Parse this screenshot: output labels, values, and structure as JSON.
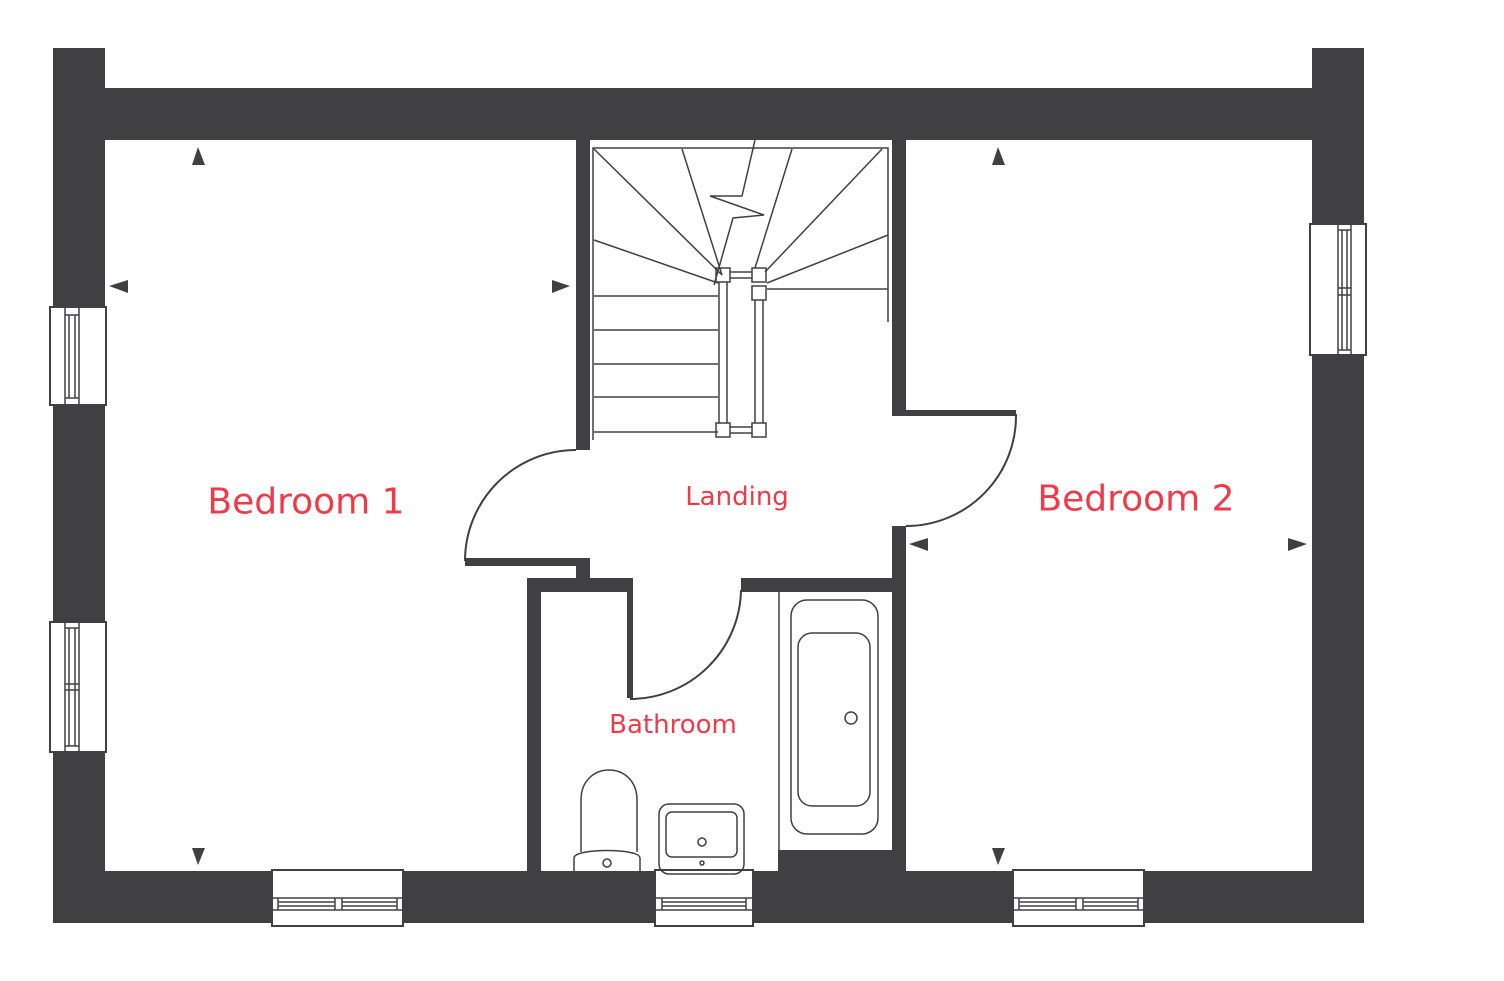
{
  "plan": {
    "rooms": {
      "bedroom1": {
        "label": "Bedroom 1"
      },
      "landing": {
        "label": "Landing"
      },
      "bedroom2": {
        "label": "Bedroom 2"
      },
      "bathroom": {
        "label": "Bathroom"
      }
    },
    "colors": {
      "wall": "#404042",
      "label": "#ee3b4a",
      "background": "#ffffff"
    },
    "icons": {
      "dimension_marker": "triangle-arrow-icon",
      "staircase": "staircase-icon",
      "window": "window-icon",
      "door_swing": "door-swing-icon",
      "toilet": "toilet-icon",
      "basin": "basin-icon",
      "bath": "bathtub-icon"
    }
  }
}
